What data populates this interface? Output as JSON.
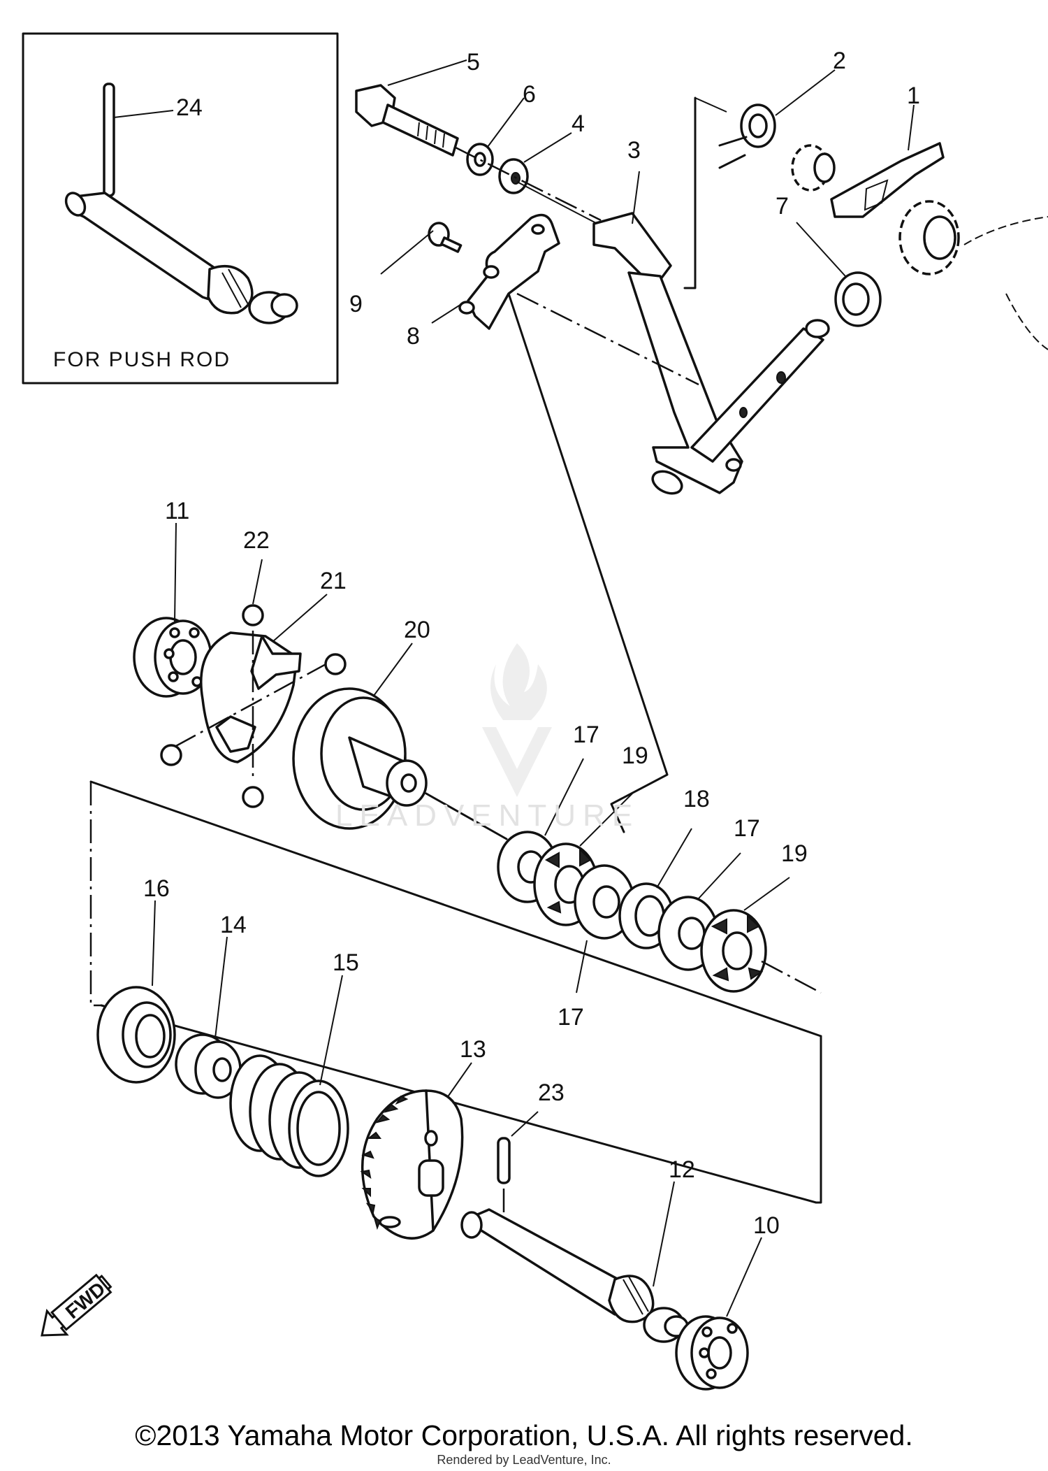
{
  "inset_label": "FOR PUSH ROD",
  "fwd_label": "FWD",
  "copyright": "©2013 Yamaha Motor Corporation, U.S.A. All rights reserved.",
  "rendered_by": "Rendered by LeadVenture, Inc.",
  "watermark": "LEADVENTURE",
  "callouts": {
    "c1": "1",
    "c2": "2",
    "c3": "3",
    "c4": "4",
    "c5": "5",
    "c6": "6",
    "c7": "7",
    "c8": "8",
    "c9": "9",
    "c10": "10",
    "c11": "11",
    "c12": "12",
    "c13": "13",
    "c14": "14",
    "c15": "15",
    "c16": "16",
    "c17a": "17",
    "c17b": "17",
    "c17c": "17",
    "c18": "18",
    "c19a": "19",
    "c19b": "19",
    "c20": "20",
    "c21": "21",
    "c22": "22",
    "c23": "23",
    "c24": "24"
  },
  "icons": [
    "fwd-arrow-icon",
    "leadventure-watermark-icon"
  ]
}
